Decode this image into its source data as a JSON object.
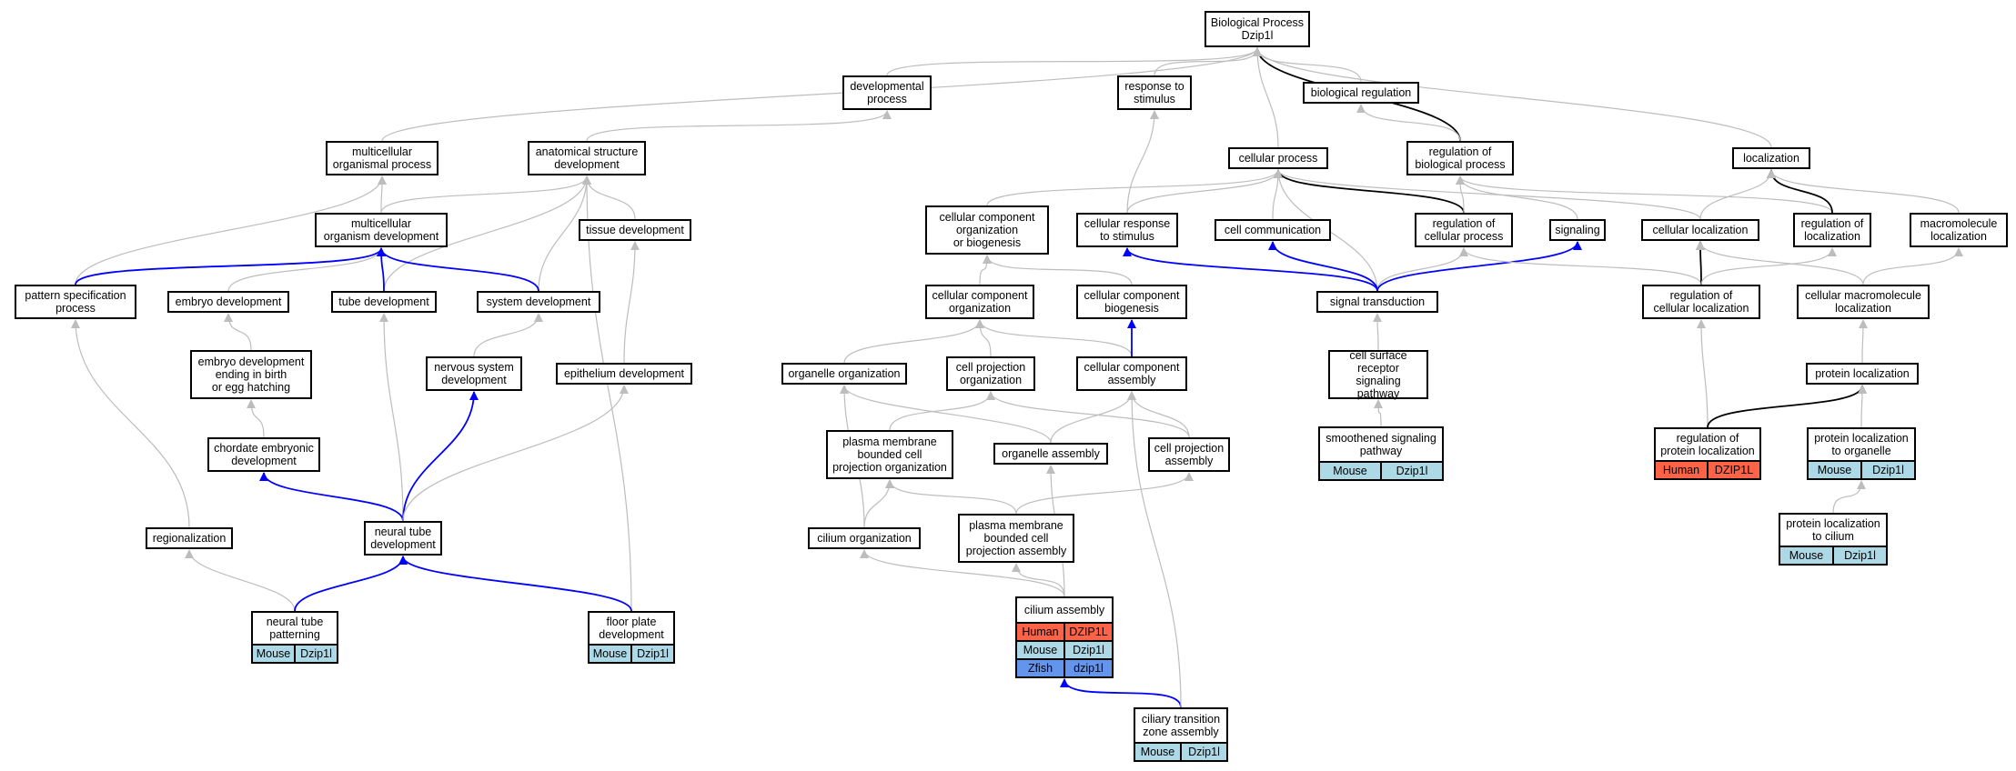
{
  "colors": {
    "gray_edge": "#bdbdbd",
    "black_edge": "#000000",
    "blue_edge": "#0000ff",
    "Human": "#ff6347",
    "Mouse": "#add8e6",
    "Zfish": "#6495ed"
  },
  "nodes": [
    {
      "id": "bp",
      "label": "Biological Process\nDzip1l"
    },
    {
      "id": "devproc",
      "label": "developmental\nprocess"
    },
    {
      "id": "resp",
      "label": "response to\nstimulus"
    },
    {
      "id": "bioreg",
      "label": "biological regulation"
    },
    {
      "id": "multiproc",
      "label": "multicellular\norganismal process"
    },
    {
      "id": "anatdev",
      "label": "anatomical structure\ndevelopment"
    },
    {
      "id": "cellproc",
      "label": "cellular process"
    },
    {
      "id": "regbio",
      "label": "regulation of\nbiological process"
    },
    {
      "id": "localization",
      "label": "localization"
    },
    {
      "id": "multidev",
      "label": "multicellular\norganism development"
    },
    {
      "id": "tissuedev",
      "label": "tissue development"
    },
    {
      "id": "ccob",
      "label": "cellular component\norganization\nor biogenesis"
    },
    {
      "id": "cellresp",
      "label": "cellular response\nto stimulus"
    },
    {
      "id": "cellcomm",
      "label": "cell communication"
    },
    {
      "id": "regcell",
      "label": "regulation of\ncellular process"
    },
    {
      "id": "signaling",
      "label": "signaling"
    },
    {
      "id": "cellloc",
      "label": "cellular localization"
    },
    {
      "id": "regloc",
      "label": "regulation of\nlocalization"
    },
    {
      "id": "macroloc",
      "label": "macromolecule\nlocalization"
    },
    {
      "id": "patspec",
      "label": "pattern specification\nprocess"
    },
    {
      "id": "embdev",
      "label": "embryo development"
    },
    {
      "id": "tubedev",
      "label": "tube development"
    },
    {
      "id": "sysdev",
      "label": "system development"
    },
    {
      "id": "ccorg",
      "label": "cellular component\norganization"
    },
    {
      "id": "ccbio",
      "label": "cellular component\nbiogenesis"
    },
    {
      "id": "sigtrans",
      "label": "signal transduction"
    },
    {
      "id": "regcellloc",
      "label": "regulation of\ncellular localization"
    },
    {
      "id": "cellmacroloc",
      "label": "cellular macromolecule\nlocalization"
    },
    {
      "id": "embbirth",
      "label": "embryo development\nending in birth\nor egg hatching"
    },
    {
      "id": "nervdev",
      "label": "nervous system\ndevelopment"
    },
    {
      "id": "epidev",
      "label": "epithelium development"
    },
    {
      "id": "orgorg",
      "label": "organelle organization"
    },
    {
      "id": "cpo",
      "label": "cell projection\norganization"
    },
    {
      "id": "cca",
      "label": "cellular component\nassembly"
    },
    {
      "id": "csrsp",
      "label": "cell surface\nreceptor signaling\npathway"
    },
    {
      "id": "protloc",
      "label": "protein localization"
    },
    {
      "id": "chordev",
      "label": "chordate embryonic\ndevelopment"
    },
    {
      "id": "pmbcpo",
      "label": "plasma membrane\nbounded cell\nprojection organization"
    },
    {
      "id": "orgasm",
      "label": "organelle assembly"
    },
    {
      "id": "cpa",
      "label": "cell projection\nassembly"
    },
    {
      "id": "smooth",
      "label": "smoothened signaling\npathway",
      "rows": [
        [
          "Mouse",
          "Dzip1l"
        ]
      ]
    },
    {
      "id": "regprotloc",
      "label": "regulation of\nprotein localization",
      "rows": [
        [
          "Human",
          "DZIP1L"
        ]
      ]
    },
    {
      "id": "protorg",
      "label": "protein localization\nto organelle",
      "rows": [
        [
          "Mouse",
          "Dzip1l"
        ]
      ]
    },
    {
      "id": "regional",
      "label": "regionalization"
    },
    {
      "id": "ntdev",
      "label": "neural tube\ndevelopment"
    },
    {
      "id": "cilorg",
      "label": "cilium organization"
    },
    {
      "id": "pmbcpa",
      "label": "plasma membrane\nbounded cell\nprojection assembly"
    },
    {
      "id": "protcil",
      "label": "protein localization\nto cilium",
      "rows": [
        [
          "Mouse",
          "Dzip1l"
        ]
      ]
    },
    {
      "id": "ntpat",
      "label": "neural tube\npatterning",
      "rows": [
        [
          "Mouse",
          "Dzip1l"
        ]
      ]
    },
    {
      "id": "floor",
      "label": "floor plate\ndevelopment",
      "rows": [
        [
          "Mouse",
          "Dzip1l"
        ]
      ]
    },
    {
      "id": "cilasm",
      "label": "cilium assembly",
      "rows": [
        [
          "Human",
          "DZIP1L"
        ],
        [
          "Mouse",
          "Dzip1l"
        ],
        [
          "Zfish",
          "dzip1l"
        ]
      ]
    },
    {
      "id": "ctza",
      "label": "ciliary transition\nzone assembly",
      "rows": [
        [
          "Mouse",
          "Dzip1l"
        ]
      ]
    }
  ],
  "edges": [
    {
      "from": "devproc",
      "to": "bp",
      "color": "gray"
    },
    {
      "from": "resp",
      "to": "bp",
      "color": "gray"
    },
    {
      "from": "bioreg",
      "to": "bp",
      "color": "gray"
    },
    {
      "from": "cellproc",
      "to": "bp",
      "color": "gray"
    },
    {
      "from": "regbio",
      "to": "bp",
      "color": "black"
    },
    {
      "from": "localization",
      "to": "bp",
      "color": "gray"
    },
    {
      "from": "multiproc",
      "to": "bp",
      "color": "gray"
    },
    {
      "from": "anatdev",
      "to": "devproc",
      "color": "gray"
    },
    {
      "from": "regbio",
      "to": "bioreg",
      "color": "gray"
    },
    {
      "from": "multidev",
      "to": "multiproc",
      "color": "gray"
    },
    {
      "from": "multidev",
      "to": "anatdev",
      "color": "gray"
    },
    {
      "from": "tissuedev",
      "to": "anatdev",
      "color": "gray"
    },
    {
      "from": "tubedev",
      "to": "anatdev",
      "color": "gray"
    },
    {
      "from": "sysdev",
      "to": "anatdev",
      "color": "gray"
    },
    {
      "from": "floor",
      "to": "anatdev",
      "color": "gray"
    },
    {
      "from": "cellresp",
      "to": "resp",
      "color": "gray"
    },
    {
      "from": "ccob",
      "to": "cellproc",
      "color": "gray"
    },
    {
      "from": "cellresp",
      "to": "cellproc",
      "color": "gray"
    },
    {
      "from": "cellcomm",
      "to": "cellproc",
      "color": "gray"
    },
    {
      "from": "regcell",
      "to": "cellproc",
      "color": "black"
    },
    {
      "from": "sigtrans",
      "to": "cellproc",
      "color": "gray"
    },
    {
      "from": "cellloc",
      "to": "cellproc",
      "color": "gray"
    },
    {
      "from": "regcell",
      "to": "regbio",
      "color": "gray"
    },
    {
      "from": "signaling",
      "to": "regbio",
      "color": "gray"
    },
    {
      "from": "regloc",
      "to": "regbio",
      "color": "gray"
    },
    {
      "from": "cellloc",
      "to": "localization",
      "color": "gray"
    },
    {
      "from": "regloc",
      "to": "localization",
      "color": "black"
    },
    {
      "from": "macroloc",
      "to": "localization",
      "color": "gray"
    },
    {
      "from": "patspec",
      "to": "multiproc",
      "color": "gray"
    },
    {
      "from": "patspec",
      "to": "multidev",
      "color": "blue"
    },
    {
      "from": "embdev",
      "to": "multidev",
      "color": "gray"
    },
    {
      "from": "tubedev",
      "to": "multidev",
      "color": "blue"
    },
    {
      "from": "sysdev",
      "to": "multidev",
      "color": "blue"
    },
    {
      "from": "epidev",
      "to": "tissuedev",
      "color": "gray"
    },
    {
      "from": "ccorg",
      "to": "ccob",
      "color": "gray"
    },
    {
      "from": "ccbio",
      "to": "ccob",
      "color": "gray"
    },
    {
      "from": "sigtrans",
      "to": "cellresp",
      "color": "blue"
    },
    {
      "from": "sigtrans",
      "to": "cellcomm",
      "color": "blue"
    },
    {
      "from": "sigtrans",
      "to": "regcell",
      "color": "gray"
    },
    {
      "from": "sigtrans",
      "to": "signaling",
      "color": "blue"
    },
    {
      "from": "regcellloc",
      "to": "regcell",
      "color": "gray"
    },
    {
      "from": "regcellloc",
      "to": "cellloc",
      "color": "black"
    },
    {
      "from": "regcellloc",
      "to": "regloc",
      "color": "gray"
    },
    {
      "from": "cellmacroloc",
      "to": "cellloc",
      "color": "gray"
    },
    {
      "from": "cellmacroloc",
      "to": "macroloc",
      "color": "gray"
    },
    {
      "from": "embbirth",
      "to": "embdev",
      "color": "gray"
    },
    {
      "from": "nervdev",
      "to": "sysdev",
      "color": "gray"
    },
    {
      "from": "orgorg",
      "to": "ccorg",
      "color": "gray"
    },
    {
      "from": "cpo",
      "to": "ccorg",
      "color": "gray"
    },
    {
      "from": "cca",
      "to": "ccorg",
      "color": "gray"
    },
    {
      "from": "cca",
      "to": "ccbio",
      "color": "blue"
    },
    {
      "from": "csrsp",
      "to": "sigtrans",
      "color": "gray"
    },
    {
      "from": "protloc",
      "to": "cellmacroloc",
      "color": "gray"
    },
    {
      "from": "chordev",
      "to": "embbirth",
      "color": "gray"
    },
    {
      "from": "pmbcpo",
      "to": "cpo",
      "color": "gray"
    },
    {
      "from": "orgasm",
      "to": "orgorg",
      "color": "gray"
    },
    {
      "from": "orgasm",
      "to": "cca",
      "color": "gray"
    },
    {
      "from": "cpa",
      "to": "cpo",
      "color": "gray"
    },
    {
      "from": "cpa",
      "to": "cca",
      "color": "gray"
    },
    {
      "from": "smooth",
      "to": "csrsp",
      "color": "gray"
    },
    {
      "from": "regprotloc",
      "to": "regcellloc",
      "color": "gray"
    },
    {
      "from": "regprotloc",
      "to": "protloc",
      "color": "black"
    },
    {
      "from": "protorg",
      "to": "protloc",
      "color": "gray"
    },
    {
      "from": "regional",
      "to": "patspec",
      "color": "gray"
    },
    {
      "from": "ntdev",
      "to": "chordev",
      "color": "blue"
    },
    {
      "from": "ntdev",
      "to": "tubedev",
      "color": "gray"
    },
    {
      "from": "ntdev",
      "to": "nervdev",
      "color": "blue"
    },
    {
      "from": "ntdev",
      "to": "epidev",
      "color": "gray"
    },
    {
      "from": "cilorg",
      "to": "orgorg",
      "color": "gray"
    },
    {
      "from": "cilorg",
      "to": "pmbcpo",
      "color": "gray"
    },
    {
      "from": "pmbcpa",
      "to": "pmbcpo",
      "color": "gray"
    },
    {
      "from": "pmbcpa",
      "to": "cpa",
      "color": "gray"
    },
    {
      "from": "protcil",
      "to": "protorg",
      "color": "gray"
    },
    {
      "from": "ntpat",
      "to": "regional",
      "color": "gray"
    },
    {
      "from": "ntpat",
      "to": "ntdev",
      "color": "blue"
    },
    {
      "from": "floor",
      "to": "ntdev",
      "color": "blue"
    },
    {
      "from": "cilasm",
      "to": "cilorg",
      "color": "gray"
    },
    {
      "from": "cilasm",
      "to": "pmbcpa",
      "color": "gray"
    },
    {
      "from": "cilasm",
      "to": "orgasm",
      "color": "gray"
    },
    {
      "from": "ctza",
      "to": "cilasm",
      "color": "blue"
    },
    {
      "from": "ctza",
      "to": "cca",
      "color": "gray"
    }
  ]
}
